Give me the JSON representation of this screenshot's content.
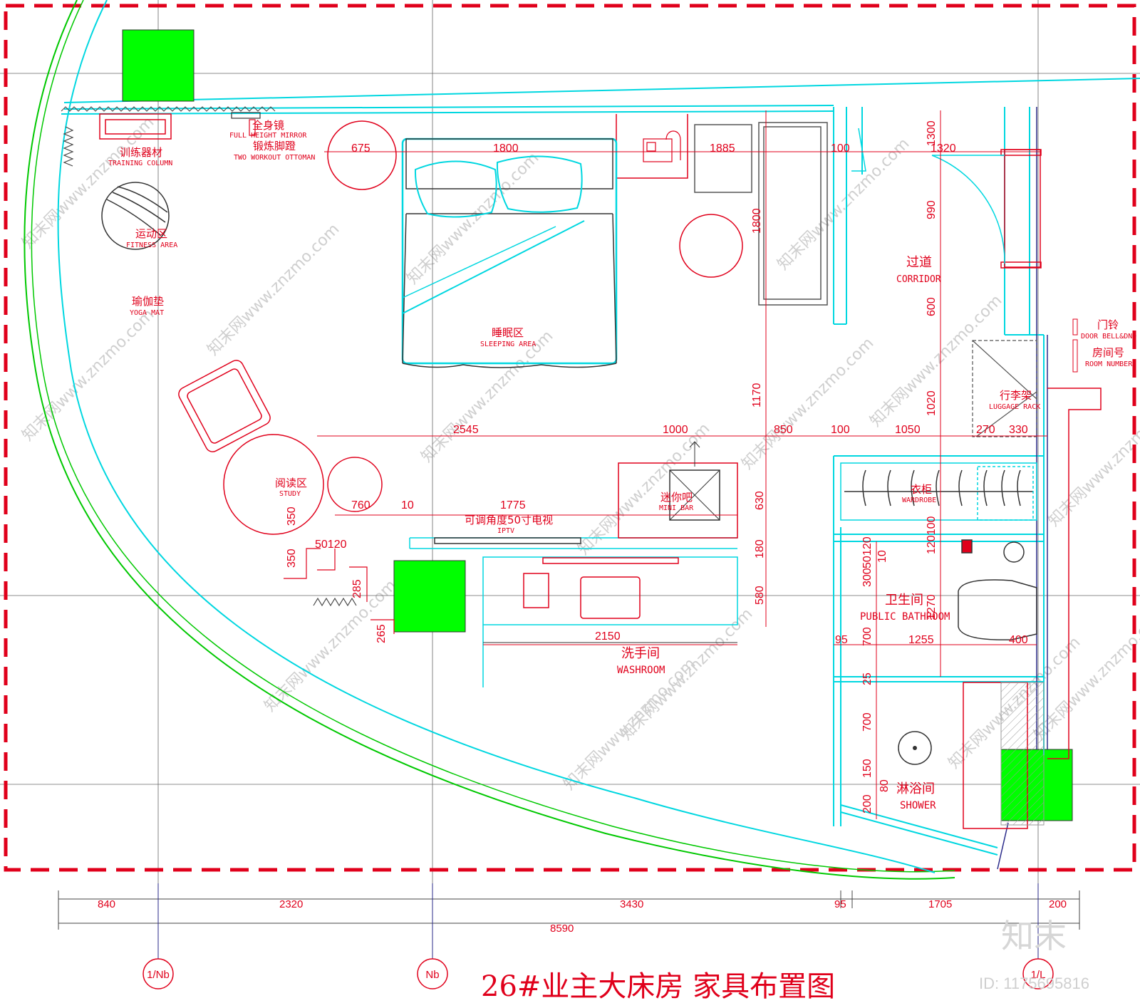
{
  "title": "26#业主大床房 家具布置图",
  "zones": {
    "fitness_cn": "运动区",
    "fitness_en": "FITNESS AREA",
    "yoga_cn": "瑜伽垫",
    "yoga_en": "YOGA MAT",
    "training_cn": "训练器材",
    "training_en": "TRAINING COLUMN",
    "mirror_cn": "全身镜",
    "mirror_en": "FULL HEIGHT MIRROR",
    "ottoman_cn": "锻炼脚蹬",
    "ottoman_en": "TWO WORKOUT OTTOMAN",
    "sleeping_cn": "睡眠区",
    "sleeping_en": "SLEEPING AREA",
    "corridor_cn": "过道",
    "corridor_en": "CORRIDOR",
    "doorbell_cn": "门铃",
    "doorbell_en": "DOOR BELL&DND",
    "roomno_cn": "房间号",
    "roomno_en": "ROOM NUMBER",
    "luggage_cn": "行李架",
    "luggage_en": "LUGGAGE RACK",
    "study_cn": "阅读区",
    "study_en": "STUDY",
    "minibar_cn": "迷你吧",
    "minibar_en": "MINI BAR",
    "tv_cn": "可调角度50寸电视",
    "tv_en": "IPTV",
    "wardrobe_cn": "衣柜",
    "wardrobe_en": "WARDROBE",
    "bathroom_cn": "卫生间",
    "bathroom_en": "PUBLIC BATHROOM",
    "washroom_cn": "洗手间",
    "washroom_en": "WASHROOM",
    "shower_cn": "淋浴间",
    "shower_en": "SHOWER"
  },
  "dims": {
    "d675": "675",
    "d1800": "1800",
    "d1885": "1885",
    "d100a": "100",
    "d1320": "1320",
    "d1300": "1300",
    "d990": "990",
    "d600": "600",
    "d1020": "1020",
    "d1800v": "1800",
    "d1170": "1170",
    "d2545": "2545",
    "d1000": "1000",
    "d850": "850",
    "d100b": "100",
    "d1050": "1050",
    "d270": "270",
    "d330": "330",
    "d760": "760",
    "d10": "10",
    "d1775": "1775",
    "d350a": "350",
    "d350b": "350",
    "d50120": "50120",
    "d285": "285",
    "d265": "265",
    "d630": "630",
    "d180": "180",
    "d580": "580",
    "d2150": "2150",
    "d95": "95",
    "d1255": "1255",
    "d400": "400",
    "d300": "300",
    "d700a": "700",
    "d700b": "700",
    "d150": "150",
    "d200": "200",
    "d80": "80",
    "d120100": "120100",
    "d1270": "1270",
    "d25": "25",
    "d120": "120",
    "d10b": "10",
    "d50": "50"
  },
  "bottom_dims": {
    "b840": "840",
    "b2320": "2320",
    "b3430": "3430",
    "b95": "95",
    "b1705": "1705",
    "b200": "200",
    "b8590": "8590"
  },
  "axes": {
    "a1": "1/Nb",
    "a2": "Nb",
    "a3": "1/L"
  },
  "watermark": {
    "text": "知末网www.znzmo.com",
    "brand": "知末",
    "id": "ID: 1175695816"
  },
  "colors": {
    "red": "#e0001b",
    "cyan": "#00d7e0",
    "green": "#00c800",
    "navy": "#2a2a8a",
    "grid": "#555555",
    "fill_green": "#00ff00"
  }
}
